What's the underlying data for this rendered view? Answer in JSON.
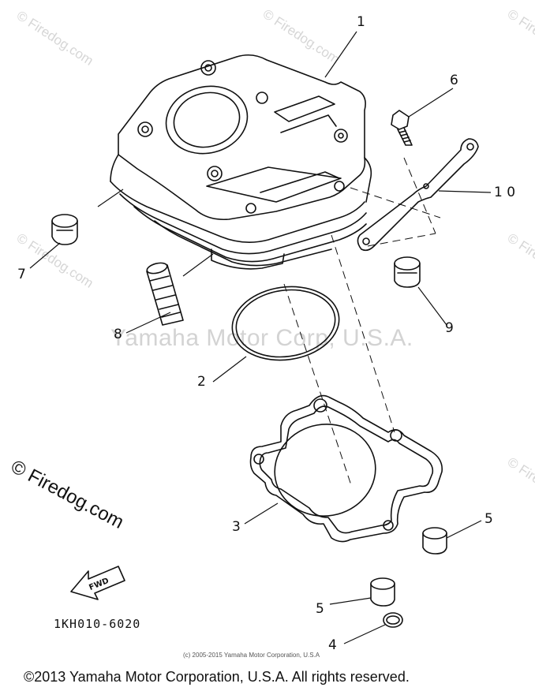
{
  "diagram": {
    "callouts": [
      {
        "id": "1",
        "text": "1"
      },
      {
        "id": "2",
        "text": "2"
      },
      {
        "id": "3",
        "text": "3"
      },
      {
        "id": "4",
        "text": "4"
      },
      {
        "id": "5a",
        "text": "5"
      },
      {
        "id": "5b",
        "text": "5"
      },
      {
        "id": "6",
        "text": "6"
      },
      {
        "id": "7",
        "text": "7"
      },
      {
        "id": "8",
        "text": "8"
      },
      {
        "id": "9",
        "text": "9"
      },
      {
        "id": "10",
        "text": "1 0"
      }
    ],
    "fwd_label": "FWD",
    "part_code": "1KH010-6020"
  },
  "watermarks": {
    "small": "© Firedog.com",
    "center": "Yamaha Motor Corp, U.S.A.",
    "big": "© Firedog.com",
    "small_copyright": "(c) 2005-2015 Yamaha Motor Corporation, U.S.A"
  },
  "footer": {
    "copyright": "©2013 Yamaha Motor Corporation, U.S.A. All rights reserved."
  }
}
